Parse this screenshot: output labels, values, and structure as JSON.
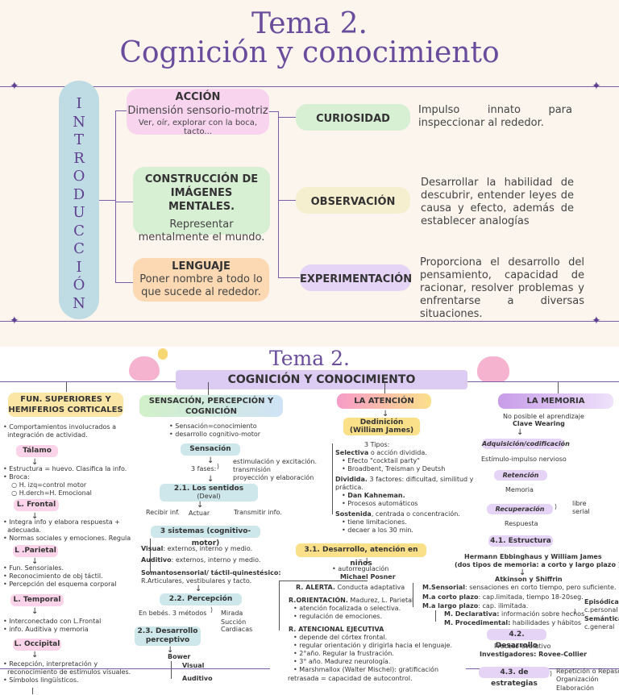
{
  "top": {
    "title_line1": "Tema 2.",
    "title_line2": "Cognición y conocimiento",
    "intro_letters": [
      "I",
      "N",
      "T",
      "R",
      "O",
      "D",
      "U",
      "C",
      "C",
      "I",
      "Ó",
      "N"
    ],
    "accion": {
      "title": "ACCIÓN",
      "subtitle": "Dimensión sensorio-motriz",
      "text": "Ver, oír, explorar con la boca, tacto..."
    },
    "construccion": {
      "title": "CONSTRUCCIÓN DE IMÁGENES MENTALES.",
      "text": "Representar mentalmente el mundo."
    },
    "lenguaje": {
      "title": "LENGUAJE",
      "text": "Poner nombre a todo lo que sucede al rededor."
    },
    "curiosidad": {
      "label": "CURIOSIDAD",
      "desc": "Impulso innato para inspeccionar al rededor."
    },
    "observacion": {
      "label": "OBSERVACIÓN",
      "desc": "Desarrollar la habilidad de descubrir, entender leyes de causa y efecto, además de establecer analogías"
    },
    "experimentacion": {
      "label": "EXPERIMENTACIÓN",
      "desc": "Proporciona el desarrollo del pensamiento, capacidad de racionar, resolver problemas y enfrentarse a diversas situaciones."
    }
  },
  "bottom": {
    "title": "Tema 2.",
    "banner": "COGNICIÓN Y CONOCIMIENTO",
    "col1": {
      "header": "FUN. SUPERIORES Y HEMIFERIOS CORTICALES",
      "intro": [
        "Comportamientos  involucrados a",
        "integración de actividad."
      ],
      "talamo": "Tálamo",
      "talamo_items": [
        "Estructura = huevo. Clasifica la info.",
        "Broca:"
      ],
      "broca_sub": [
        "H. izq=control motor",
        "H.derch=H. Emocional"
      ],
      "frontal": "L. Frontal",
      "frontal_items": [
        "Integra info y elabora respuesta +",
        "adecuada.",
        "Normas sociales y emociones. Regula"
      ],
      "parietal": "L .Parietal",
      "parietal_items": [
        "Fun. Sensoriales.",
        "Reconocimiento de obj táctil.",
        "Percepción del esquema corporal"
      ],
      "temporal": "L. Temporal",
      "temporal_items": [
        "Interconectado con L.Frontal",
        "info. Auditiva y memoria"
      ],
      "occipital": "L. Occipital",
      "occipital_items": [
        "Recepción, interpretación y",
        "reconocimiento de estímulos visuales.",
        "Símbolos lingüísticos."
      ]
    },
    "col2": {
      "header": "SENSACIÓN, PERCEPCIÓN Y COGNICIÓN",
      "items": [
        "Sensación=conocimiento",
        "desarrollo cognitivo-motor"
      ],
      "sensacion": "Sensación",
      "fases_label": "3 fases:",
      "fases": [
        "estimulación y excitación.",
        "transmisión",
        "proyección y elaboración"
      ],
      "sentidos": "2.1. Los sentidos",
      "sentidos_sub": "(Deval)",
      "recibir": "Recibir inf.",
      "actuar": "Actuar",
      "transmitir": "Transmitir info.",
      "sistemas": "3 sistemas (cognitivo-motor)",
      "visual_b": "Visual",
      "visual": ": externos, interno y medio.",
      "auditivo_b": "Auditivo",
      "auditivo": ": externos, interno y medio.",
      "somato_b": "Somantosensorial/  táctil-quinestésico:",
      "somato": "R.Articulares, vestibulares y tacto.",
      "percepcion": "2.2. Percepción",
      "bebes": "En bebés. 3 métodos",
      "metodos": [
        "Mirada",
        "Succión",
        "Cardiacas"
      ],
      "desarrollo": "2.3. Desarrollo perceptivo",
      "bower": "Bower",
      "bower_visual": "Visual",
      "bower_auditivo": "Auditivo"
    },
    "col3": {
      "header": "LA ATENCIÓN",
      "def_title": "Dedinición",
      "def_author": "(William James)",
      "tipos": "3 Tipos:",
      "selectiva_b": "Selectiva",
      "selectiva": " o acción dividida.",
      "selectiva_sub": [
        "Efecto \"cocktail party\"",
        "Broadbent, Treisman y Deutsh"
      ],
      "dividida_b": "Dividida.",
      "dividida": " 3 factores: dificultad, similitud y",
      "dividida2": "práctica.",
      "dividida_sub_b": "Dan Kahneman.",
      "dividida_sub": "Procesos automáticos",
      "sostenida_b": "Sostenida",
      "sostenida": ", centrada o concentración.",
      "sostenida_sub": [
        "tiene limitaciones.",
        "decaer a los 30 min."
      ],
      "desarrollo": "3.1. Desarrollo, atención en niños",
      "auto": "autorregulación",
      "posner": "Michael Posner",
      "alerta_b": "R. ALERTA.",
      "alerta": " Conducta adaptativa",
      "orient_b": "R.ORIENTACIÓN.",
      "orient": " Madurez, L. Parietal",
      "orient_sub": [
        "atención focalizada o selectiva.",
        "regulación de emociones."
      ],
      "ejec_b": "R. ATENCIONAL EJECUTIVA",
      "ejec_sub": [
        "depende del córtex frontal.",
        "regular orientación y dirigirla hacia el lenguaje.",
        "2°año. Regular la frustración.",
        "3° año. Madurez neurología.",
        "Marshmallox (Walter Mischel): gratificación"
      ],
      "ejec_last": "retrasada = capacidad de autocontrol."
    },
    "col4": {
      "header": "LA MEMORIA",
      "no_posible": "No posible el aprendizaje",
      "clive": "Clave Wearing",
      "adq": "Adquisición/codificación",
      "estimulo": "Estímulo-impulso nervioso",
      "retencion": "Retención",
      "memoria": "Memoria",
      "recuperacion": "Recuperación",
      "libre": "libre",
      "serial": "serial",
      "respuesta": "Respuesta",
      "estructura": "4.1. Estructura",
      "hermann": "Hermann Ebbinghaus y William James",
      "dos_tipos": "(dos tipos de memoria: a corto y largo plazo )",
      "atkinson": "Atkinson y Shiffrin",
      "sensorial_b": "M.Sensorial",
      "sensorial": ": sensaciones en corto tiempo, pero suficiente.",
      "corto_b": "M.a corto plazo",
      "corto": ": cap.limitada, tiempo 18-20seg.",
      "largo_b": "M.a largo plazo",
      "largo": ": cap. ilimitada.",
      "declarativa_b": "M. Declarativa:",
      "declarativa": " información sobre hechos",
      "procedimental_b": "M. Procedimental:",
      "procedimental": " habilidades y hábitos",
      "episodica": "Episódica",
      "episodica2": ":",
      "c_personal": "c.personal",
      "semantica": "Semántica",
      "semantica2": ":",
      "c_general": "c.general",
      "desarrollo": "4.2. Desarrollo",
      "proceso": "Proceso evolutivo",
      "investigadores": "Investigadores: Rovee-Collier",
      "estrategias": "4.3. de estrategias",
      "estrat_items": [
        "Repetición o Repaso",
        "Organización",
        "Elaboración"
      ]
    }
  }
}
